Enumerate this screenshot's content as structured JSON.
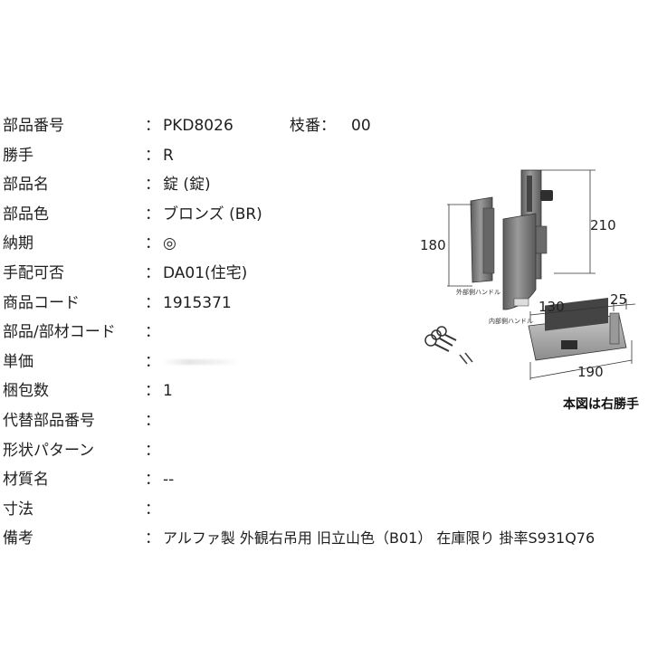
{
  "spec": {
    "colon": "：",
    "part_number": {
      "label": "部品番号",
      "value": "PKD8026",
      "branch_label": "枝番：",
      "branch_value": "00"
    },
    "hand": {
      "label": "勝手",
      "value": "R"
    },
    "part_name": {
      "label": "部品名",
      "value": "錠 (錠)"
    },
    "part_color": {
      "label": "部品色",
      "value": "ブロンズ (BR)"
    },
    "delivery": {
      "label": "納期",
      "value": "◎"
    },
    "arrangement": {
      "label": "手配可否",
      "value": "DA01(住宅)"
    },
    "product_code": {
      "label": "商品コード",
      "value": "1915371"
    },
    "material_code": {
      "label": "部品/部材コード",
      "value": ""
    },
    "unit_price": {
      "label": "単価",
      "value": ""
    },
    "package_qty": {
      "label": "梱包数",
      "value": "1"
    },
    "alt_part_number": {
      "label": "代替部品番号",
      "value": ""
    },
    "shape_pattern": {
      "label": "形状パターン",
      "value": ""
    },
    "material": {
      "label": "材質名",
      "value": "--"
    },
    "dimensions": {
      "label": "寸法",
      "value": ""
    },
    "remarks": {
      "label": "備考",
      "value": "アルファ製 外観右吊用 旧立山色（B01） 在庫限り 掛率S931Q76"
    }
  },
  "figure": {
    "dim_180": "180",
    "dim_210": "210",
    "dim_130": "130",
    "dim_25": "25",
    "dim_190": "190",
    "outer_handle_label": "外部側ハンドル",
    "inner_handle_label": "内部側ハンドル",
    "caption": "本図は右勝手",
    "colors": {
      "metal": "#7a7a7a",
      "dark": "#3c3c3c",
      "light": "#b5b5b5"
    }
  }
}
